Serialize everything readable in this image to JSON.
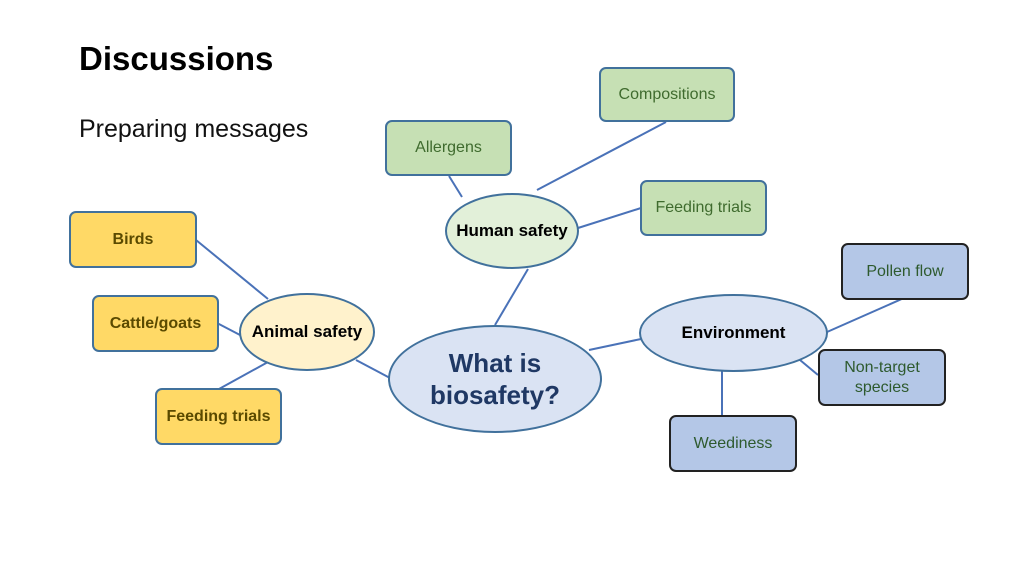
{
  "title": "Discussions",
  "subtitle": "Preparing messages",
  "center": "What is biosafety?",
  "human_safety": {
    "label": "Human safety",
    "children": [
      "Compositions",
      "Allergens",
      "Feeding trials"
    ]
  },
  "animal_safety": {
    "label": "Animal safety",
    "children": [
      "Birds",
      "Cattle/goats",
      "Feeding trials"
    ]
  },
  "environment": {
    "label": "Environment",
    "children": [
      "Pollen flow",
      "Non-target species",
      "Weediness"
    ]
  },
  "colors": {
    "connector": "#4a72b8",
    "human_box": "#c6e0b4",
    "animal_box": "#ffd966",
    "environment_box": "#b4c7e7"
  }
}
